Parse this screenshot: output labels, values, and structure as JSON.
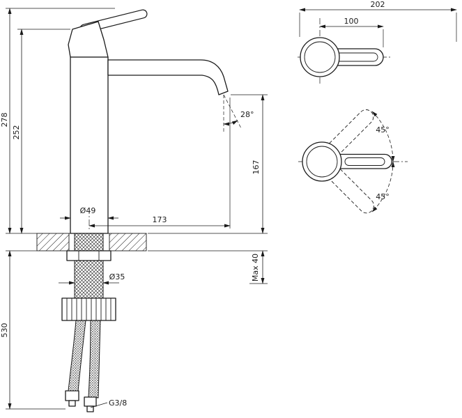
{
  "drawing": {
    "colors": {
      "line": "#1a1a1a",
      "background": "#ffffff"
    },
    "front": {
      "total_height": "278",
      "body_height": "252",
      "hose_length": "530",
      "base_diameter": "Ø49",
      "shank_diameter": "Ø35",
      "spout_reach": "173",
      "spout_height": "167",
      "max_deck": "Max 40",
      "spout_angle": "28°",
      "thread": "G3/8"
    },
    "plan": {
      "total_length": "202",
      "handle_length": "100"
    },
    "swivel": {
      "angle_up": "45°",
      "angle_down": "45°"
    }
  }
}
